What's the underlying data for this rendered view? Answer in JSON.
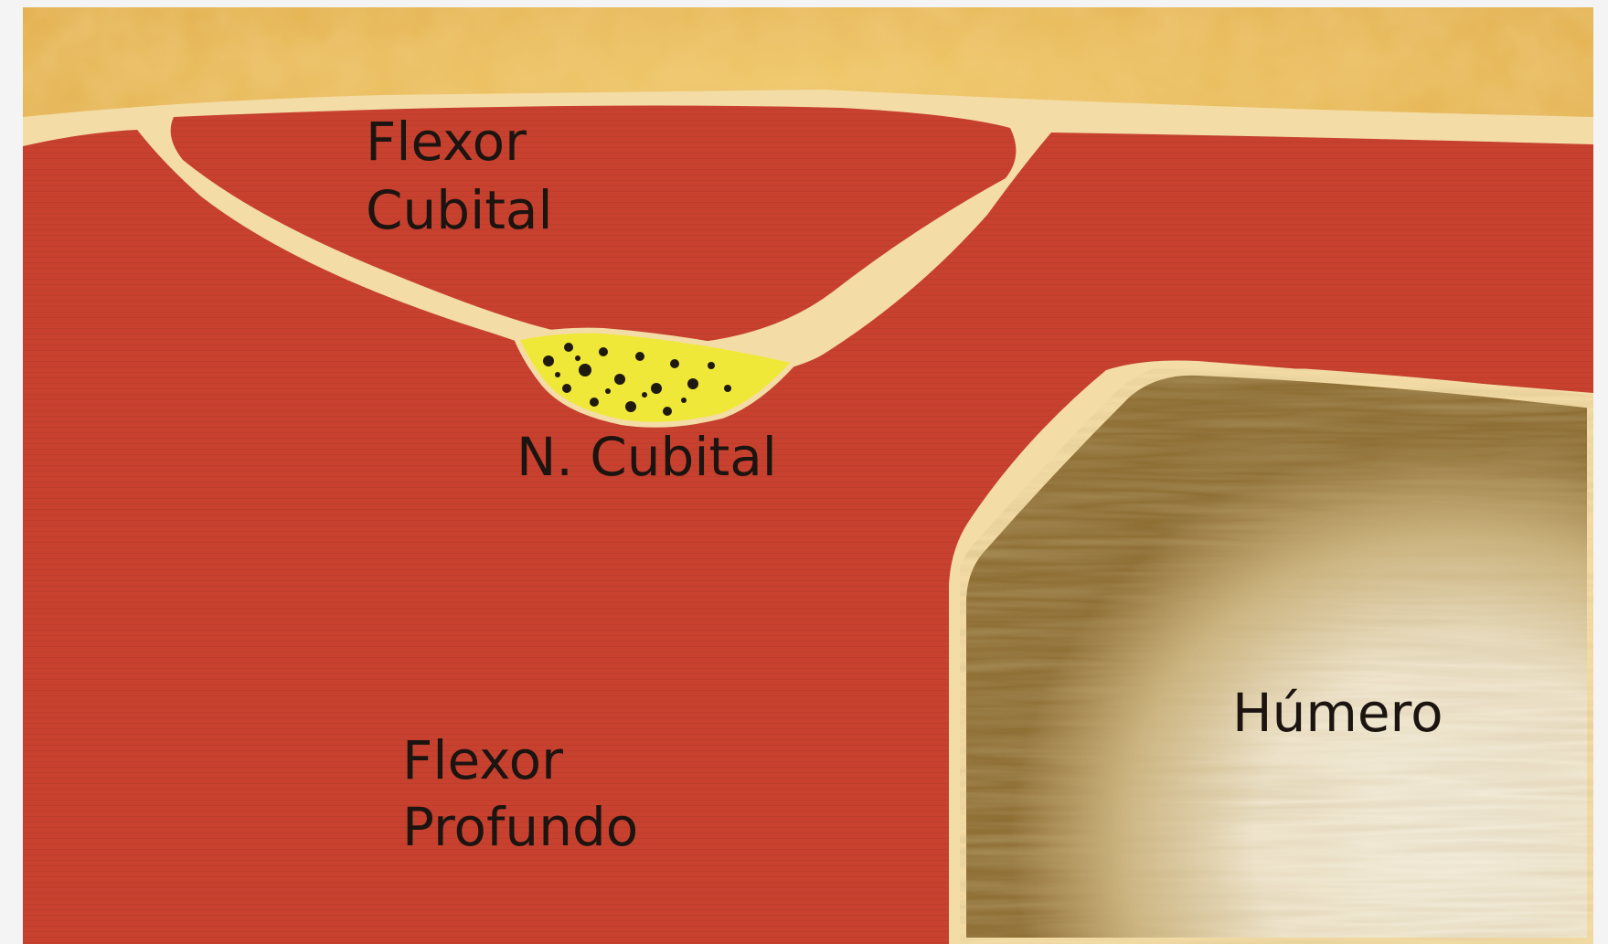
{
  "diagram": {
    "labels": {
      "flexor_cubital": [
        "Flexor",
        "Cubital"
      ],
      "n_cubital": "N. Cubital",
      "flexor_profundo": [
        "Flexor",
        "Profundo"
      ],
      "humero": "Húmero"
    },
    "colors": {
      "background": "#f4f4f4",
      "fat": "#e7b957",
      "fascia": "#f4dca6",
      "muscle": "#c8412f",
      "nerve": "#f0e838",
      "bone_center": "#f2ead8",
      "bone_edge": "#9a7a3c",
      "text": "#1c1410"
    }
  }
}
